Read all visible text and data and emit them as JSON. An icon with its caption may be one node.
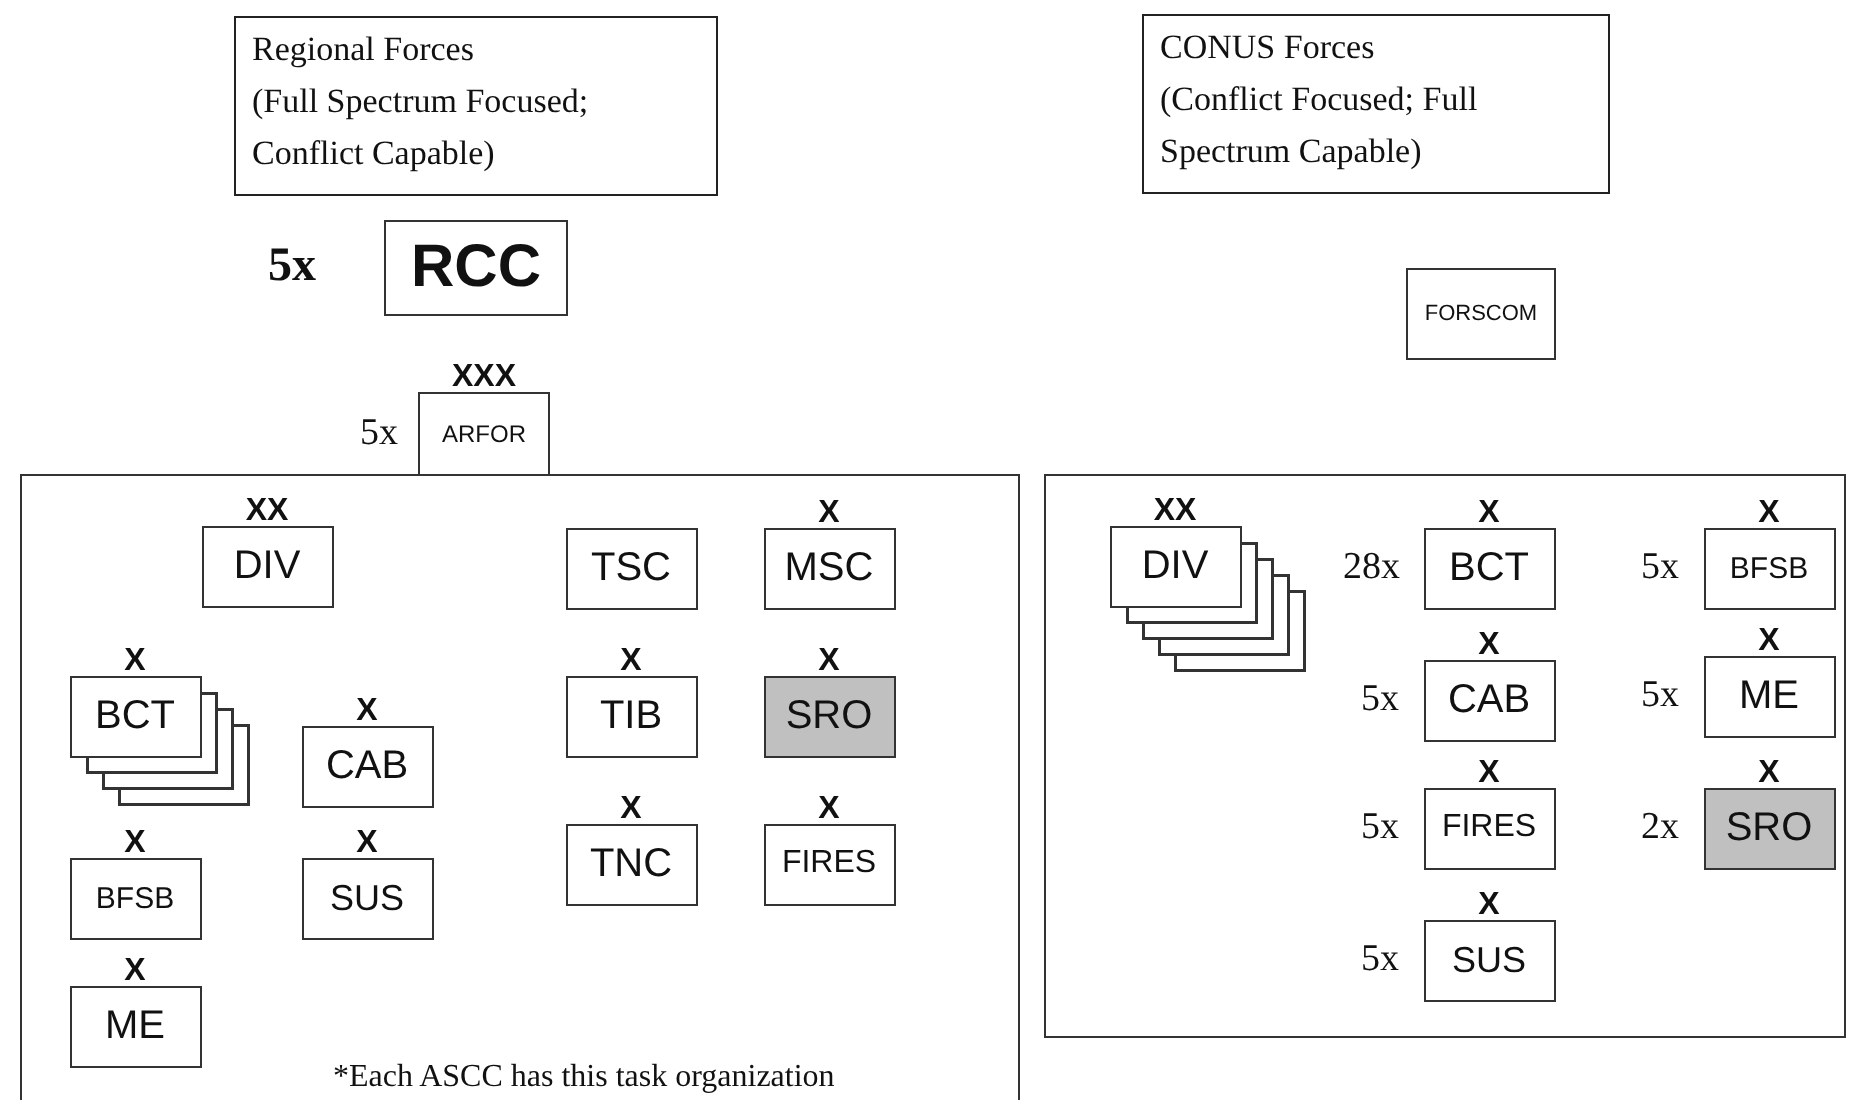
{
  "diagram": {
    "nodes": [
      {
        "text": [
          "Regional Forces",
          "(Full Spectrum Focused; Conflict Capable)"
        ]
      },
      {
        "text": [
          "CONUS Forces",
          "(Conflict Focused; Full Spectrum Capable)"
        ]
      },
      {
        "text": [
          "RCC"
        ],
        "beside": [
          "5x"
        ]
      },
      {
        "text": [
          "FORSCOM"
        ]
      },
      {
        "text": [
          "XXX",
          "ARFOR"
        ],
        "beside": [
          "5x"
        ]
      },
      {
        "text": [
          "*Each ASCC has this task organization"
        ]
      },
      {
        "text": [
          "XX",
          "DIV"
        ],
        "in": 5
      },
      {
        "text": [
          "TSC"
        ],
        "in": 5
      },
      {
        "text": [
          "X",
          "MSC"
        ],
        "in": 5
      },
      {
        "text": [
          "X",
          "BCT"
        ],
        "in": 5
      },
      {
        "text": [
          "X",
          "CAB"
        ],
        "in": 5
      },
      {
        "text": [
          "X",
          "TIB"
        ],
        "in": 5
      },
      {
        "text": [
          "X",
          "SRO"
        ],
        "in": 5
      },
      {
        "text": [
          "X",
          "BFSB"
        ],
        "in": 5
      },
      {
        "text": [
          "X",
          "SUS"
        ],
        "in": 5
      },
      {
        "text": [
          "X",
          "TNC"
        ],
        "in": 5
      },
      {
        "text": [
          "X",
          "FIRES"
        ],
        "in": 5
      },
      {
        "text": [
          "X",
          "ME"
        ],
        "in": 5
      },
      {
        "text": [],
        "shape": "box"
      },
      {
        "text": [
          "XX",
          "DIV"
        ],
        "in": 18
      },
      {
        "text": [
          "X",
          "BCT"
        ],
        "in": 18,
        "beside": [
          "28x"
        ]
      },
      {
        "text": [
          "X",
          "BFSB"
        ],
        "in": 18,
        "beside": [
          "5x"
        ]
      },
      {
        "text": [
          "X",
          "CAB"
        ],
        "in": 18,
        "beside": [
          "5x"
        ]
      },
      {
        "text": [
          "X",
          "ME"
        ],
        "in": 18,
        "beside": [
          "5x"
        ]
      },
      {
        "text": [
          "X",
          "FIRES"
        ],
        "in": 18,
        "beside": [
          "5x"
        ]
      },
      {
        "text": [
          "X",
          "SRO"
        ],
        "in": 18,
        "beside": [
          "2x"
        ]
      },
      {
        "text": [
          "X",
          "SUS"
        ],
        "in": 18,
        "beside": [
          "5x"
        ]
      }
    ],
    "edges": []
  }
}
